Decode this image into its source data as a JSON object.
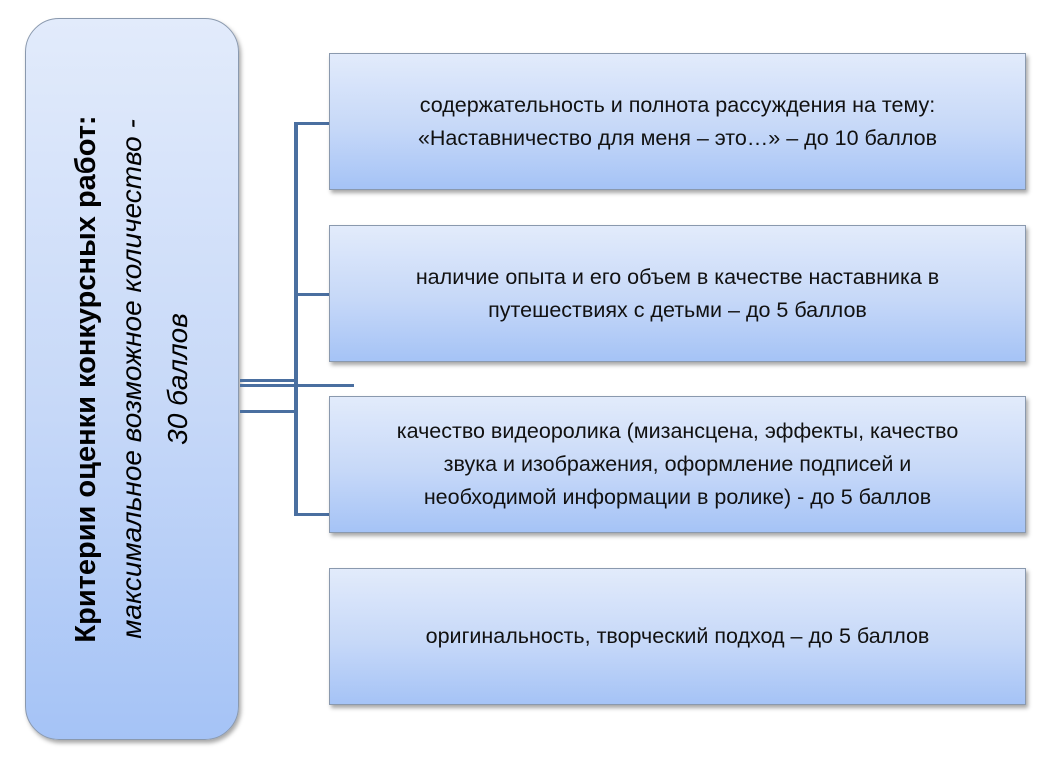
{
  "main": {
    "title": "Критерии оценки конкурсных работ:",
    "subtitle_line1": "максимальное возможное количество -",
    "subtitle_line2": "30 баллов"
  },
  "criteria": [
    {
      "line1": "содержательность и полнота рассуждения на тему:",
      "line2": "«Наставничество для меня – это…» – до 10 баллов"
    },
    {
      "line1": "наличие опыта и его объем в качестве наставника в",
      "line2": "путешествиях с детьми – до 5 баллов"
    },
    {
      "line1": "качество видеоролика (мизансцена, эффекты, качество",
      "line2": "звука и изображения, оформление подписей и",
      "line3": "необходимой информации в ролике) - до 5 баллов"
    },
    {
      "line1": "оригинальность, творческий подход – до 5 баллов"
    }
  ],
  "colors": {
    "connector": "#4a6fa0",
    "box_top": "#e2ebfb",
    "box_bottom": "#a5c3f6"
  }
}
